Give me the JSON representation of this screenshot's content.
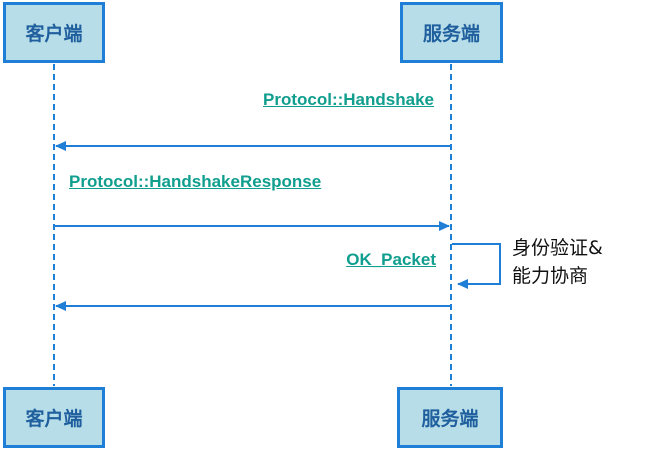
{
  "participants": {
    "client": "客户端",
    "server": "服务端"
  },
  "messages": [
    {
      "label": "Protocol::Handshake",
      "from": "server",
      "to": "client"
    },
    {
      "label": "Protocol::HandshakeResponse",
      "from": "client",
      "to": "server"
    },
    {
      "label": "OK_Packet",
      "from": "server",
      "to": "client"
    }
  ],
  "self_message": {
    "lines": [
      "身份验证&",
      "能力协商"
    ]
  },
  "colors": {
    "line": "#1f7fd6",
    "box_fill": "#b7dde8",
    "box_border": "#1f7fd6",
    "box_text": "#1f5f9e",
    "label_text": "#109e8e"
  }
}
